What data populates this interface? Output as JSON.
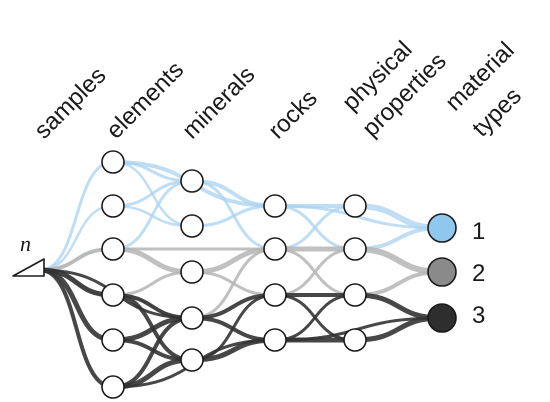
{
  "columns": [
    {
      "key": "samples",
      "lines": [
        "samples"
      ]
    },
    {
      "key": "elements",
      "lines": [
        "elements"
      ]
    },
    {
      "key": "minerals",
      "lines": [
        "minerals"
      ]
    },
    {
      "key": "rocks",
      "lines": [
        "rocks"
      ]
    },
    {
      "key": "physical_properties",
      "lines": [
        "physical",
        "properties"
      ]
    },
    {
      "key": "material_types",
      "lines": [
        "material",
        "types"
      ]
    }
  ],
  "input_label": "n",
  "material_types": [
    {
      "label": "1",
      "color": "#8fc8ec"
    },
    {
      "label": "2",
      "color": "#8a8a8a"
    },
    {
      "label": "3",
      "color": "#2e2e2e"
    }
  ],
  "layers": {
    "elements": 6,
    "minerals": 5,
    "rocks": 4,
    "physical_properties": 4
  },
  "colors": {
    "blue_path": "#a9d3f0",
    "gray_path": "#b5b5b5",
    "dark_path": "#333333",
    "node_stroke": "#1a1a1a"
  }
}
